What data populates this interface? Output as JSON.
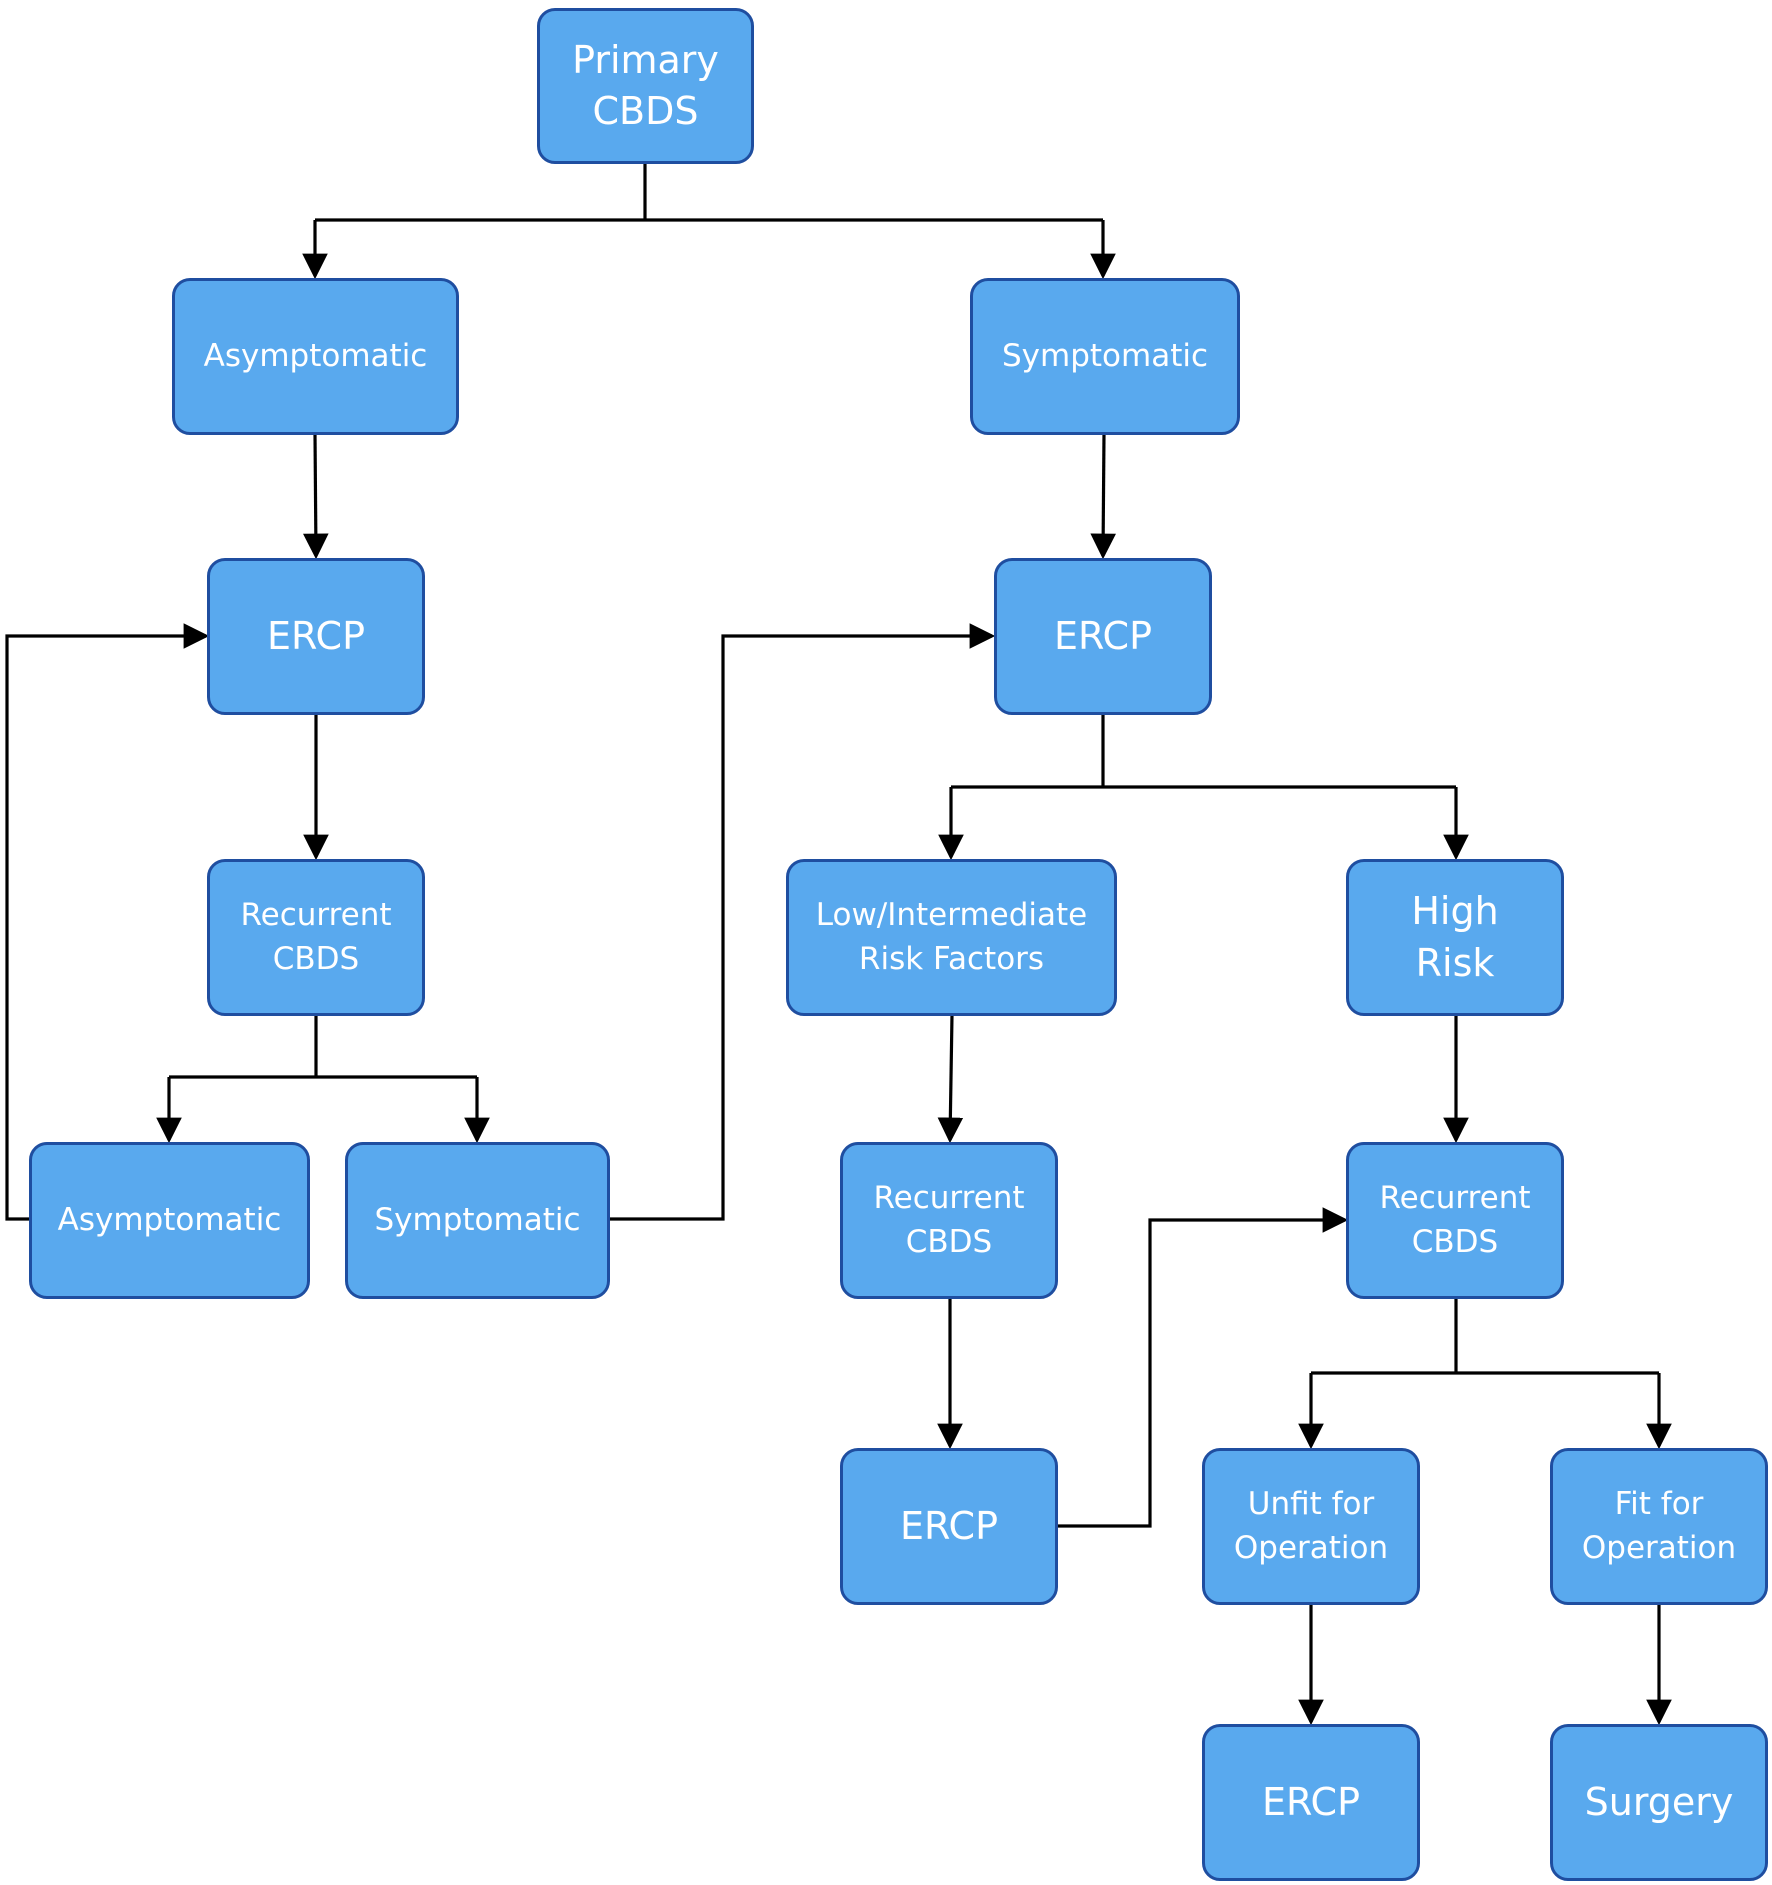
{
  "colors": {
    "node_fill": "#59a9ee",
    "node_border": "#1f4ea0",
    "node_text": "#ffffff",
    "connector": "#000000"
  },
  "nodes": {
    "primary": "Primary\nCBDS",
    "asym_1": "Asymptomatic",
    "sym_1": "Symptomatic",
    "ercp_left": "ERCP",
    "ercp_right": "ERCP",
    "recurrent_left": "Recurrent\nCBDS",
    "asym_2": "Asymptomatic",
    "sym_2": "Symptomatic",
    "low_risk": "Low/Intermediate\nRisk Factors",
    "high_risk": "High\nRisk",
    "recurrent_low": "Recurrent\nCBDS",
    "recurrent_high": "Recurrent\nCBDS",
    "ercp_low": "ERCP",
    "unfit": "Unfit for\nOperation",
    "fit": "Fit for\nOperation",
    "ercp_unfit": "ERCP",
    "surgery": "Surgery"
  }
}
